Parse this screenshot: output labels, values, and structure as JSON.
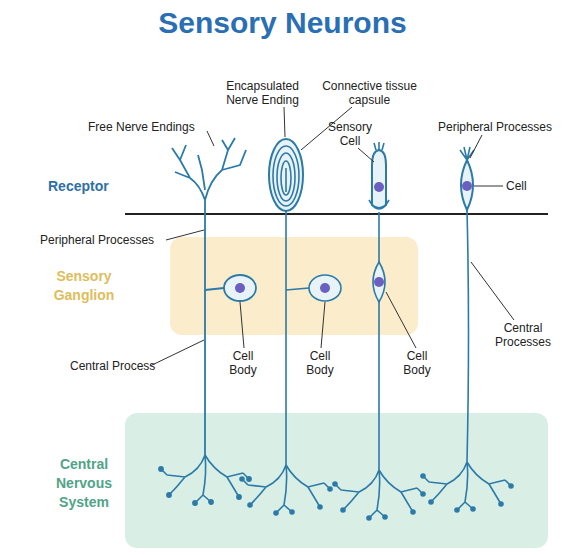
{
  "diagram": {
    "title": "Sensory Neurons",
    "nodes": [
      {
        "text": [
          "Sensory Ganglion"
        ]
      },
      {
        "text": [
          "Central Nervous System"
        ]
      }
    ],
    "labels": [
      "Receptor",
      "Free Nerve Endings",
      "Encapsulated Nerve Ending",
      "Connective tissue capsule",
      "Sensory Cell",
      "Peripheral Processes",
      "Cell",
      "Peripheral Processes",
      "Central Process",
      "Cell Body",
      "Cell Body",
      "Cell Body",
      "Central Processes"
    ]
  }
}
